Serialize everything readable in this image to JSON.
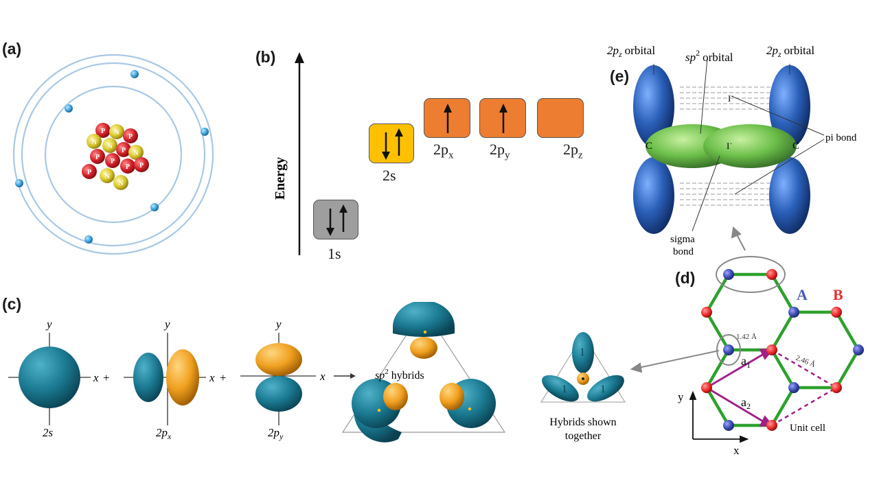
{
  "panels": {
    "a": {
      "label": "(a)",
      "nucleus_p": "P",
      "nucleus_n": "N"
    },
    "b": {
      "label": "(b)",
      "axis_label": "Energy",
      "levels": [
        {
          "name": "1s",
          "sub": ""
        },
        {
          "name": "2s",
          "sub": ""
        },
        {
          "name": "2p",
          "sub": "x"
        },
        {
          "name": "2p",
          "sub": "y"
        },
        {
          "name": "2p",
          "sub": "z"
        }
      ]
    },
    "c": {
      "label": "(c)",
      "axis_y": "y",
      "axis_x": "x",
      "plus": "+",
      "orb_2s": "2s",
      "orb_2px": "2p",
      "orb_2px_sub": "x",
      "orb_2py": "2p",
      "orb_2py_sub": "y",
      "hybrids_sp": "sp",
      "hybrids_sup": "2",
      "hybrids_word": "hybrids",
      "together_line1": "Hybrids shown",
      "together_line2": "together",
      "hybrid_digit": "1"
    },
    "d": {
      "label": "(d)",
      "site_a": "A",
      "site_b": "B",
      "bond_length": "1.42 Å",
      "lattice_const": "2.46 Å",
      "vec_a1": "a",
      "vec_a1_sub": "1",
      "vec_a2": "a",
      "vec_a2_sub": "2",
      "unit_cell": "Unit cell",
      "axis_y": "y",
      "axis_x": "x"
    },
    "e": {
      "label": "(e)",
      "pz_left": "2p",
      "pz_left_sub": "z",
      "pz_left_word": "orbital",
      "sp2": "sp",
      "sp2_sup": "2",
      "sp2_word": "orbital",
      "pz_right": "2p",
      "pz_right_sub": "z",
      "pz_right_word": "orbital",
      "carbon": "C",
      "pi_bond": "pi bond",
      "sigma_line1": "sigma",
      "sigma_line2": "bond"
    }
  },
  "colors": {
    "electron": "#3a9fd8",
    "proton": "#d22027",
    "neutron": "#d8c62a",
    "orbit": "#a8c8e4",
    "box_1s": "#9e9e9e",
    "box_2s": "#ffc000",
    "box_2p": "#ed7d31",
    "orbital_teal": "#1b7a92",
    "orbital_orange": "#f0a020",
    "graphene_bond": "#2ea02e",
    "site_a": "#3c4bb0",
    "site_b": "#ee2a2a",
    "vector": "#a0208a",
    "pz_blue": "#1f4f9c",
    "sp2_green": "#6cbf4a"
  }
}
